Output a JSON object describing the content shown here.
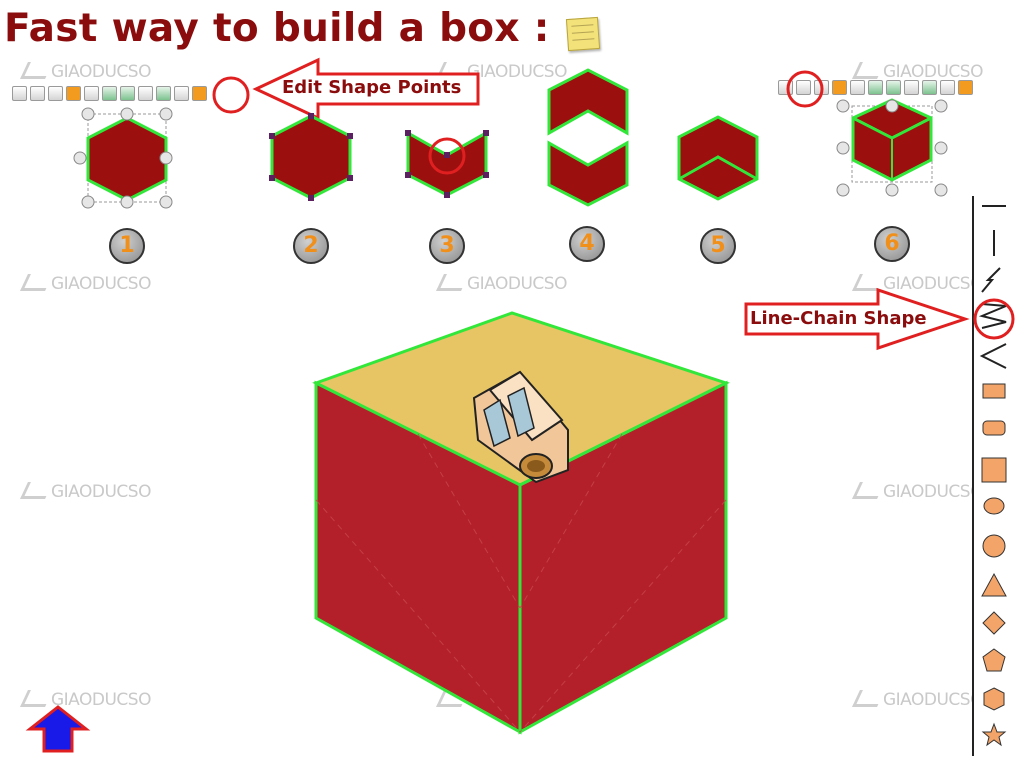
{
  "title": "Fast way to build a box :",
  "watermark": "GIAODUCSO",
  "callouts": {
    "edit_shape_points": "Edit Shape Points",
    "line_chain_shape": "Line-Chain Shape"
  },
  "steps": [
    "1",
    "2",
    "3",
    "4",
    "5",
    "6"
  ],
  "colors": {
    "title": "#8b0c0c",
    "shape_fill": "#9b0f0f",
    "box_front": "#b3202a",
    "box_top": "#e7c464",
    "outline": "#33e63a",
    "annotation": "#e02020",
    "tool_orange": "#f3a469"
  },
  "icons": {
    "sticky_note": "sticky-note-icon",
    "home": "home-arrow-icon",
    "pencil_sharpener": "sharpener-icon"
  }
}
